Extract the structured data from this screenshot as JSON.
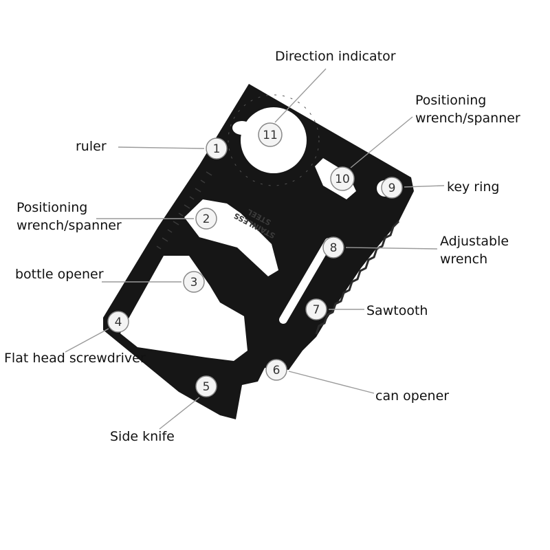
{
  "callouts": [
    {
      "num": "1",
      "label": [
        "ruler"
      ]
    },
    {
      "num": "2",
      "label": [
        "Positioning",
        "wrench/spanner"
      ]
    },
    {
      "num": "3",
      "label": [
        "bottle opener"
      ]
    },
    {
      "num": "4",
      "label": [
        "Flat head screwdriver"
      ]
    },
    {
      "num": "5",
      "label": [
        "Side knife"
      ]
    },
    {
      "num": "6",
      "label": [
        "can opener"
      ]
    },
    {
      "num": "7",
      "label": [
        "Sawtooth"
      ]
    },
    {
      "num": "8",
      "label": [
        "Adjustable",
        "wrench"
      ]
    },
    {
      "num": "9",
      "label": [
        "key ring"
      ]
    },
    {
      "num": "10",
      "label": [
        "Positioning",
        "wrench/spanner"
      ]
    },
    {
      "num": "11",
      "label": [
        "Direction indicator"
      ]
    }
  ],
  "stamp": [
    "STAINLESS",
    "STEEL"
  ],
  "colors": {
    "card": "#161616",
    "badge_fill": "#f4f4f4",
    "badge_stroke": "#888888",
    "leader": "#9a9a9a"
  }
}
